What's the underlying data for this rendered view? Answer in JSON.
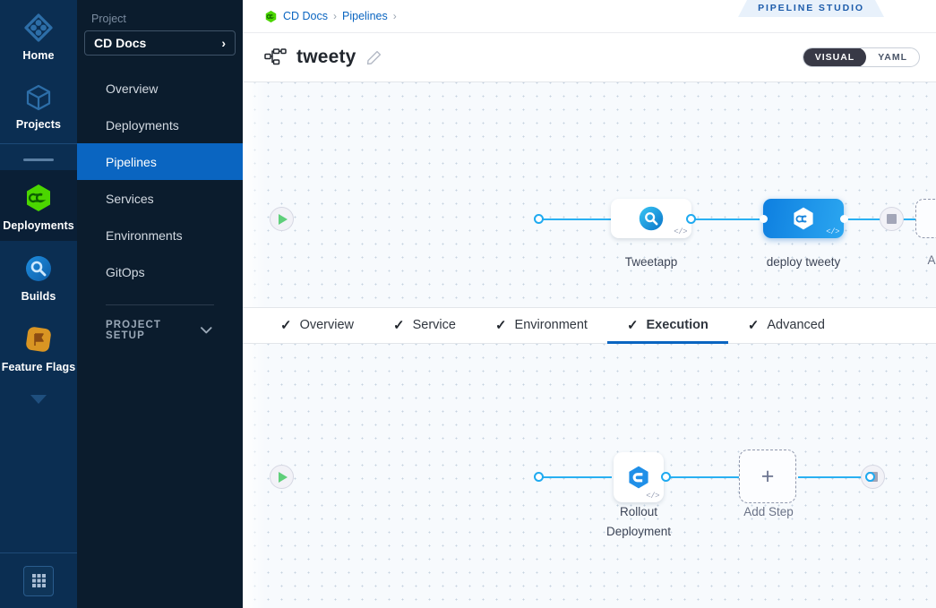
{
  "rail": {
    "items": [
      {
        "label": "Home",
        "icon": "home-diamond-icon",
        "active": false
      },
      {
        "label": "Projects",
        "icon": "cube-icon",
        "active": false
      },
      {
        "label": "Deployments",
        "icon": "deployments-hex-icon",
        "active": true
      },
      {
        "label": "Builds",
        "icon": "builds-circle-icon",
        "active": false
      },
      {
        "label": "Feature Flags",
        "icon": "feature-flags-icon",
        "active": false
      }
    ],
    "more_icon": "chevron-down-icon",
    "apps_icon": "apps-grid-icon"
  },
  "sidebar": {
    "section_label": "Project",
    "project_name": "CD Docs",
    "project_chevron": "›",
    "items": [
      {
        "label": "Overview",
        "active": false
      },
      {
        "label": "Deployments",
        "active": false
      },
      {
        "label": "Pipelines",
        "active": true
      },
      {
        "label": "Services",
        "active": false
      },
      {
        "label": "Environments",
        "active": false
      },
      {
        "label": "GitOps",
        "active": false
      }
    ],
    "setup_label": "PROJECT SETUP",
    "setup_chevron": "⌄"
  },
  "header": {
    "studio_badge": "PIPELINE STUDIO",
    "breadcrumb": [
      {
        "label": "CD Docs",
        "icon": "project-hex-icon"
      },
      {
        "label": "Pipelines",
        "icon": null
      }
    ],
    "breadcrumb_sep": "›",
    "pipeline_icon": "pipeline-graph-icon",
    "pipeline_name": "tweety",
    "edit_icon": "pencil-icon",
    "view_toggle": {
      "options": [
        "VISUAL",
        "YAML"
      ],
      "selected": "VISUAL"
    }
  },
  "stage_canvas": {
    "start_icon": "play-icon",
    "end_icon": "stop-icon",
    "nodes": [
      {
        "name": "Tweetapp",
        "icon": "build-service-icon",
        "selected": false,
        "code_mark": "</>"
      },
      {
        "name": "deploy tweety",
        "icon": "deployment-hex-icon",
        "selected": true,
        "code_mark": "</>"
      }
    ],
    "add_node": {
      "label": "Add Stage",
      "plus": "+"
    }
  },
  "tabs": {
    "check_glyph": "✓",
    "items": [
      {
        "label": "Overview",
        "checked": true,
        "active": false
      },
      {
        "label": "Service",
        "checked": true,
        "active": false
      },
      {
        "label": "Environment",
        "checked": true,
        "active": false
      },
      {
        "label": "Execution",
        "checked": true,
        "active": true
      },
      {
        "label": "Advanced",
        "checked": true,
        "active": false
      }
    ]
  },
  "step_canvas": {
    "start_icon": "play-icon",
    "end_icon": "stop-icon",
    "nodes": [
      {
        "name": "Rollout\nDeployment",
        "name_line1": "Rollout",
        "name_line2": "Deployment",
        "icon": "rollout-deployment-icon",
        "code_mark": "</>"
      }
    ],
    "add_node": {
      "label": "Add Step",
      "plus": "+"
    }
  },
  "colors": {
    "accent_blue": "#0a65c1",
    "edge_blue": "#29b0f2",
    "selected_node": "#0e7fe0",
    "rail_bg": "#0b2e52",
    "sidebar_bg": "#0b1c2d",
    "green": "#5fcf7a"
  }
}
